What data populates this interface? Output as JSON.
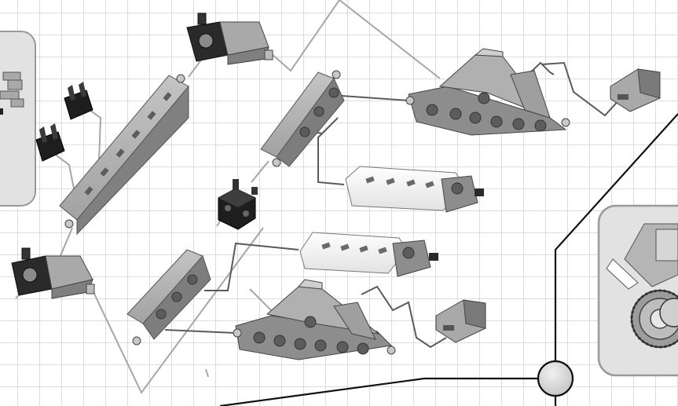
{
  "diagram": {
    "kind": "assembly-instruction-grid",
    "colors": {
      "background": "#ffffff",
      "grid": "#c9c9c9",
      "gray_link": "#a6a6a6",
      "dark_link": "#5a5a5a",
      "callout_line": "#111111",
      "inset_fill": "#e2e2e2",
      "inset_border": "#9a9a9a",
      "beam": "#9b9b9b",
      "beam_dark": "#6e6e6e",
      "beam_light": "#bdbdbd",
      "white_part": "#f4f4f4",
      "connector_black": "#1e1e1e",
      "circle_fill": "#dadada"
    },
    "parts": [
      {
        "name": "hinge-connector",
        "count": 2
      },
      {
        "name": "long-beam",
        "count": 3
      },
      {
        "name": "black-clip",
        "count": 2
      },
      {
        "name": "cube-connector",
        "count": 1
      },
      {
        "name": "triangular-bracket",
        "count": 2
      },
      {
        "name": "white-beam",
        "count": 2
      },
      {
        "name": "small-block",
        "count": 2
      }
    ],
    "insets": [
      {
        "name": "left-partial-inset",
        "content": "partial-assembly"
      },
      {
        "name": "right-result-inset",
        "content": "wheeled-assembly"
      }
    ]
  }
}
